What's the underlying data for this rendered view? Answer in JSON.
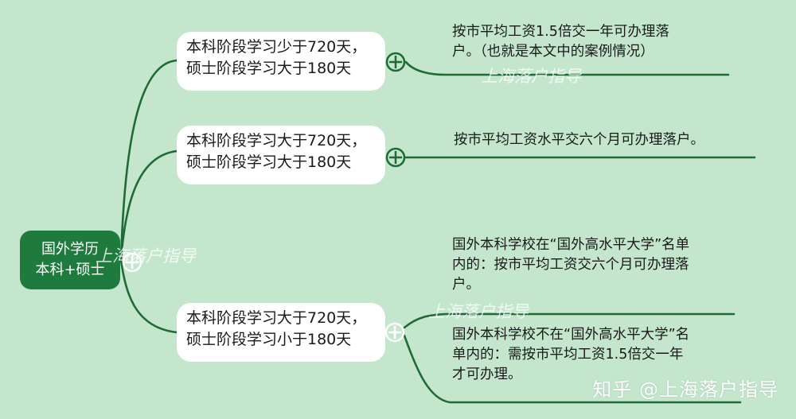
{
  "root": {
    "line1": "国外学历",
    "line2": "本科+硕士"
  },
  "branches": [
    {
      "line1": "本科阶段学习少于720天，",
      "line2": "硕士阶段学习大于180天",
      "outcomes": [
        {
          "lines": [
            "按市平均工资1.5倍交一年可办理落",
            "户。（也就是本文中的案例情况）"
          ]
        }
      ]
    },
    {
      "line1": "本科阶段学习大于720天，",
      "line2": "硕士阶段学习大于180天",
      "outcomes": [
        {
          "lines": [
            "按市平均工资水平交六个月可办理落户。"
          ]
        }
      ]
    },
    {
      "line1": "本科阶段学习大于720天，",
      "line2": "硕士阶段学习小于180天",
      "outcomes": [
        {
          "lines": [
            "国外本科学校在“国外高水平大学”名单",
            "内的：按市平均工资交六个月可办理落",
            "户。"
          ]
        },
        {
          "lines": [
            "国外本科学校不在“国外高水平大学”名",
            "单内的：需按市平均工资1.5倍交一年",
            "才可办理。"
          ]
        }
      ]
    }
  ],
  "watermark": "上海落户指导",
  "brand": "知乎 @上海落户指导",
  "colors": {
    "background": "#c3e6cc",
    "connector": "#1f6b35",
    "root_fill": "#1f7a3e"
  }
}
